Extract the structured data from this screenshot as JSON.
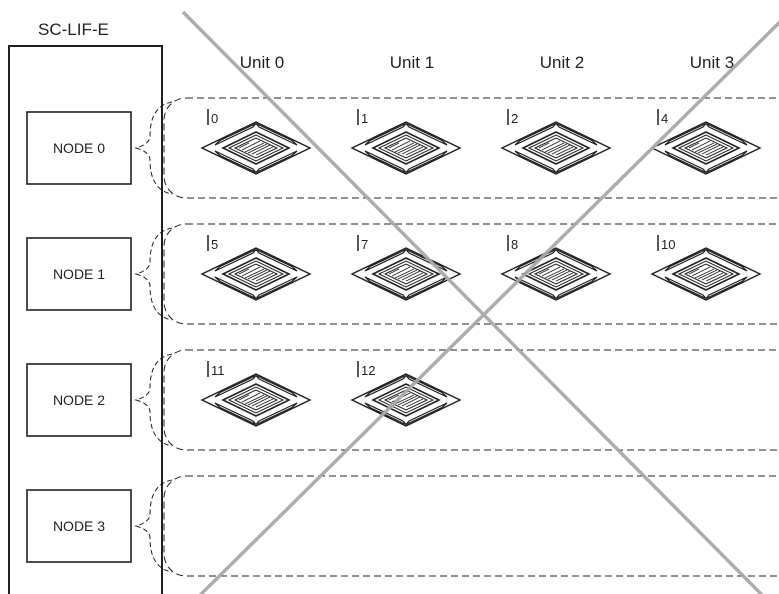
{
  "controller": {
    "label": "SC-LIF-E"
  },
  "unit_headers": [
    "Unit 0",
    "Unit 1",
    "Unit 2",
    "Unit 3"
  ],
  "nodes": [
    {
      "label": "NODE 0",
      "units": [
        {
          "id": "0"
        },
        {
          "id": "1"
        },
        {
          "id": "2"
        },
        {
          "id": "4"
        }
      ]
    },
    {
      "label": "NODE 1",
      "units": [
        {
          "id": "5"
        },
        {
          "id": "7"
        },
        {
          "id": "8"
        },
        {
          "id": "10"
        }
      ]
    },
    {
      "label": "NODE 2",
      "units": [
        {
          "id": "11"
        },
        {
          "id": "12"
        }
      ]
    },
    {
      "label": "NODE 3",
      "units": []
    }
  ],
  "colors": {
    "line": "#231f20",
    "cross": "#a7a9ac"
  }
}
